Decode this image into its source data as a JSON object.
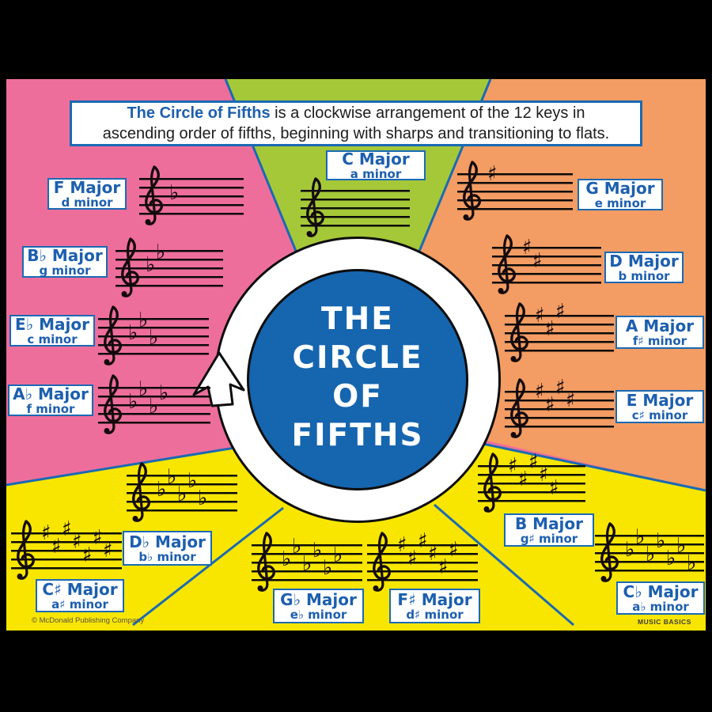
{
  "poster": {
    "header": {
      "emphasis": "The Circle of Fifths",
      "line1_rest": " is a clockwise arrangement of the 12 keys in",
      "line2": "ascending order of fifths, beginning with sharps and transitioning to flats."
    },
    "center_badge": {
      "lines": [
        "THE",
        "CIRCLE",
        "OF",
        "FIFTHS"
      ]
    },
    "footer": {
      "copyright": "© McDonald Publishing Company",
      "brand": "MUSIC BASICS"
    },
    "colors": {
      "pink": "#ee6e9b",
      "green": "#a5c838",
      "orange": "#f39c63",
      "yellow": "#f8e600",
      "circle_blue": "#1565af",
      "text_blue": "#1c5fae",
      "divider_blue": "#1a6ab4"
    },
    "music_keys": [
      {
        "id": "c",
        "major": "C Major",
        "minor": "a minor",
        "signature": {
          "type": "none",
          "count": 0
        },
        "region": "green-top"
      },
      {
        "id": "g",
        "major": "G Major",
        "minor": "e minor",
        "signature": {
          "type": "sharp",
          "count": 1
        },
        "region": "orange-right"
      },
      {
        "id": "d",
        "major": "D Major",
        "minor": "b minor",
        "signature": {
          "type": "sharp",
          "count": 2
        },
        "region": "orange-right"
      },
      {
        "id": "a",
        "major": "A Major",
        "minor": "f♯ minor",
        "signature": {
          "type": "sharp",
          "count": 3
        },
        "region": "orange-right"
      },
      {
        "id": "e",
        "major": "E Major",
        "minor": "c♯ minor",
        "signature": {
          "type": "sharp",
          "count": 4
        },
        "region": "orange-right"
      },
      {
        "id": "b",
        "major": "B Major",
        "minor": "g♯ minor",
        "signature": {
          "type": "sharp",
          "count": 5
        },
        "region": "yellow-bottom"
      },
      {
        "id": "f-sharp",
        "major": "F♯ Major",
        "minor": "d♯ minor",
        "signature": {
          "type": "sharp",
          "count": 6
        },
        "region": "yellow-bottom"
      },
      {
        "id": "c-sharp",
        "major": "C♯ Major",
        "minor": "a♯ minor",
        "signature": {
          "type": "sharp",
          "count": 7
        },
        "region": "yellow-bottom"
      },
      {
        "id": "f",
        "major": "F Major",
        "minor": "d minor",
        "signature": {
          "type": "flat",
          "count": 1
        },
        "region": "pink-left"
      },
      {
        "id": "b-flat",
        "major": "B♭ Major",
        "minor": "g minor",
        "signature": {
          "type": "flat",
          "count": 2
        },
        "region": "pink-left"
      },
      {
        "id": "e-flat",
        "major": "E♭ Major",
        "minor": "c minor",
        "signature": {
          "type": "flat",
          "count": 3
        },
        "region": "pink-left"
      },
      {
        "id": "a-flat",
        "major": "A♭ Major",
        "minor": "f minor",
        "signature": {
          "type": "flat",
          "count": 4
        },
        "region": "pink-left"
      },
      {
        "id": "d-flat",
        "major": "D♭ Major",
        "minor": "b♭ minor",
        "signature": {
          "type": "flat",
          "count": 5
        },
        "region": "yellow-bottom"
      },
      {
        "id": "g-flat",
        "major": "G♭ Major",
        "minor": "e♭ minor",
        "signature": {
          "type": "flat",
          "count": 6
        },
        "region": "yellow-bottom"
      },
      {
        "id": "c-flat",
        "major": "C♭ Major",
        "minor": "a♭ minor",
        "signature": {
          "type": "flat",
          "count": 7
        },
        "region": "yellow-bottom"
      }
    ]
  }
}
